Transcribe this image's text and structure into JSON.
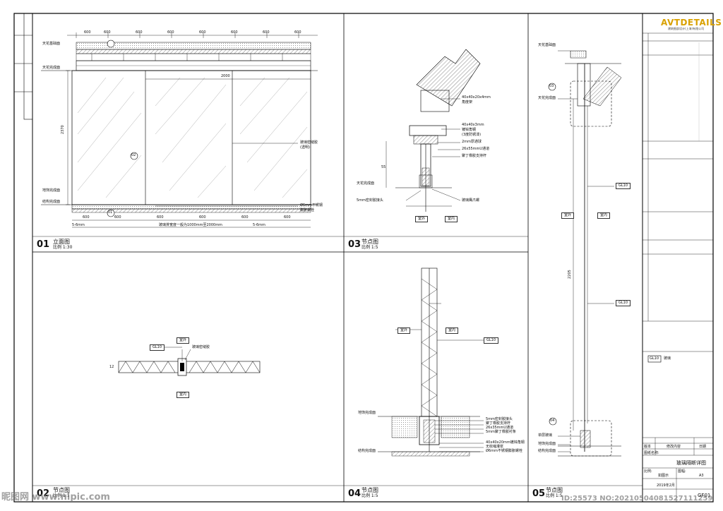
{
  "views": {
    "v01": {
      "num": "01",
      "title": "立面图",
      "scale": "比例 1:30"
    },
    "v02": {
      "num": "02",
      "title": "节点图",
      "scale": "比例 1:1"
    },
    "v03": {
      "num": "03",
      "title": "节点图",
      "scale": "比例 1:5"
    },
    "v04": {
      "num": "04",
      "title": "节点图",
      "scale": "比例 1:5"
    },
    "v05": {
      "num": "05",
      "title": "节点图",
      "scale": "比例 1:5"
    }
  },
  "elevation": {
    "top_dims": [
      "600",
      "600",
      "600",
      "600",
      "600",
      "600",
      "600",
      "600"
    ],
    "bottom_dims": [
      "600",
      "600",
      "600",
      "600",
      "600",
      "600"
    ],
    "span_dim": "2000",
    "height_dim": "2370",
    "label_ceiling_base": "天花基础面",
    "label_ceiling_finish": "天花完成面",
    "label_floor_finish": "地饰完成面",
    "label_floor_base": "结构完成面",
    "callout_glass_gap": "玻璃密缝胶",
    "callout_glass_gap_sub": "(透明)",
    "callout_steel": "Ø6mm不锈钢",
    "callout_steel_sub": "膨胀螺栓",
    "bottom_gap_left": "5-6mm",
    "bottom_note": "玻璃排宽度一般为1000mm至2000mm",
    "bottom_gap_right": "5-6mm",
    "mark_02": "02",
    "mark_01": "01"
  },
  "detail02": {
    "tag": "GL10",
    "callout": "玻璃密缝胶",
    "indoor_top": "室外",
    "indoor_bottom": "室内",
    "dim": "12"
  },
  "detail03": {
    "c1": "40x40x20x4mm",
    "c1b": "角度架",
    "c2": "40x40x3mm",
    "c2b": "镀锌角钢",
    "c2c": "(3度防锈漆)",
    "c3": "2mm厚通球",
    "c4": "26x55mmU通道",
    "c5": "聚丁橡胶支持杆",
    "c6": "5mm密封胶接头",
    "c7": "玻璃鹰爪螺",
    "ceiling": "天花完成面",
    "dim": "55",
    "outdoor": "室外",
    "indoor": "室内"
  },
  "detail04": {
    "outdoor": "室外",
    "indoor": "室内",
    "tag": "GL10",
    "floor_finish": "地饰完成面",
    "floor_base": "结构完成面",
    "c1": "5mm密封胶接头",
    "c2": "聚丁橡胶支持杆",
    "c3": "26x35mmU通道",
    "c4": "5mm聚丁橡胶衬条",
    "c5": "40x40x20mm镀锌角钢",
    "c6": "无收缩灌浆",
    "c7": "Ø6mm不锈钢膨胀螺栓"
  },
  "detail05": {
    "ceiling_base": "天花基础面",
    "ceiling_finish": "天花完成面",
    "tag1": "GL10",
    "tag2": "GL10",
    "outdoor": "室外",
    "indoor": "室内",
    "mark_03": "03",
    "mark_04": "04",
    "height": "2205",
    "glass_single": "单层玻璃",
    "floor_finish": "地饰完成面",
    "floor_base": "结构完成面"
  },
  "title_block": {
    "logo": "AVTDETAILS",
    "logo_sub": "建筑细部设计(上海)有限公司",
    "legend_tag": "GL10",
    "legend_label": "玻璃",
    "rev_col1": "版本",
    "rev_col2": "修改内容",
    "rev_col3": "日期",
    "drawing_name_label": "图纸名称:",
    "drawing_name": "玻璃隔断详图",
    "scale_label": "比例:",
    "scale_value": "如图示",
    "paper_label": "图幅:",
    "paper_value": "A3",
    "date_value": "2019年2月",
    "sheet_no": "GF01"
  },
  "watermarks": {
    "left": "昵图网 www.nipic.com",
    "right": "ID:25573 NO:20210504081527111259"
  }
}
